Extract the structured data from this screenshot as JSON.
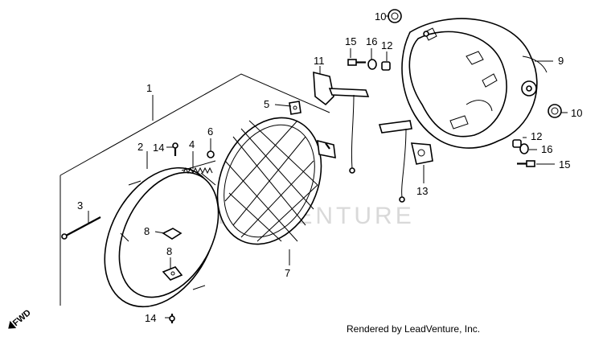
{
  "diagram": {
    "callouts": {
      "c1": "1",
      "c2": "2",
      "c3": "3",
      "c4": "4",
      "c5": "5",
      "c6": "6",
      "c7": "7",
      "c8a": "8",
      "c8b": "8",
      "c9": "9",
      "c10a": "10",
      "c10b": "10",
      "c11": "11",
      "c12a": "12",
      "c12b": "12",
      "c13": "13",
      "c14a": "14",
      "c14b": "14",
      "c15a": "15",
      "c15b": "15",
      "c16a": "16",
      "c16b": "16"
    },
    "watermark": "LEADVENTURE",
    "fwd_label": "FWD",
    "footer": "Rendered by LeadVenture, Inc."
  }
}
